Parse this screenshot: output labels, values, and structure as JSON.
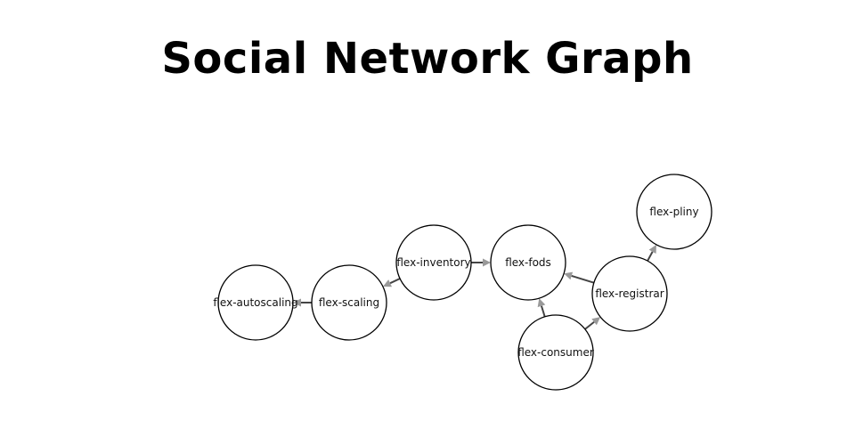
{
  "title": "Social Network Graph",
  "nodes": [
    {
      "id": "flex-autoscaling",
      "label": "flex-autoscaling"
    },
    {
      "id": "flex-scaling",
      "label": "flex-scaling"
    },
    {
      "id": "flex-inventory",
      "label": "flex-inventory"
    },
    {
      "id": "flex-fods",
      "label": "flex-fods"
    },
    {
      "id": "flex-registrar",
      "label": "flex-registrar"
    },
    {
      "id": "flex-pliny",
      "label": "flex-pliny"
    },
    {
      "id": "flex-consumer",
      "label": "flex-consumer"
    }
  ],
  "edges": [
    {
      "source": "flex-scaling",
      "target": "flex-autoscaling"
    },
    {
      "source": "flex-inventory",
      "target": "flex-scaling"
    },
    {
      "source": "flex-inventory",
      "target": "flex-fods"
    },
    {
      "source": "flex-registrar",
      "target": "flex-fods"
    },
    {
      "source": "flex-registrar",
      "target": "flex-pliny"
    },
    {
      "source": "flex-consumer",
      "target": "flex-fods"
    },
    {
      "source": "flex-consumer",
      "target": "flex-registrar"
    }
  ],
  "colors": {
    "edge": "#444444",
    "arrowhead": "#999999",
    "node_stroke": "#000000",
    "node_fill": "#ffffff"
  }
}
